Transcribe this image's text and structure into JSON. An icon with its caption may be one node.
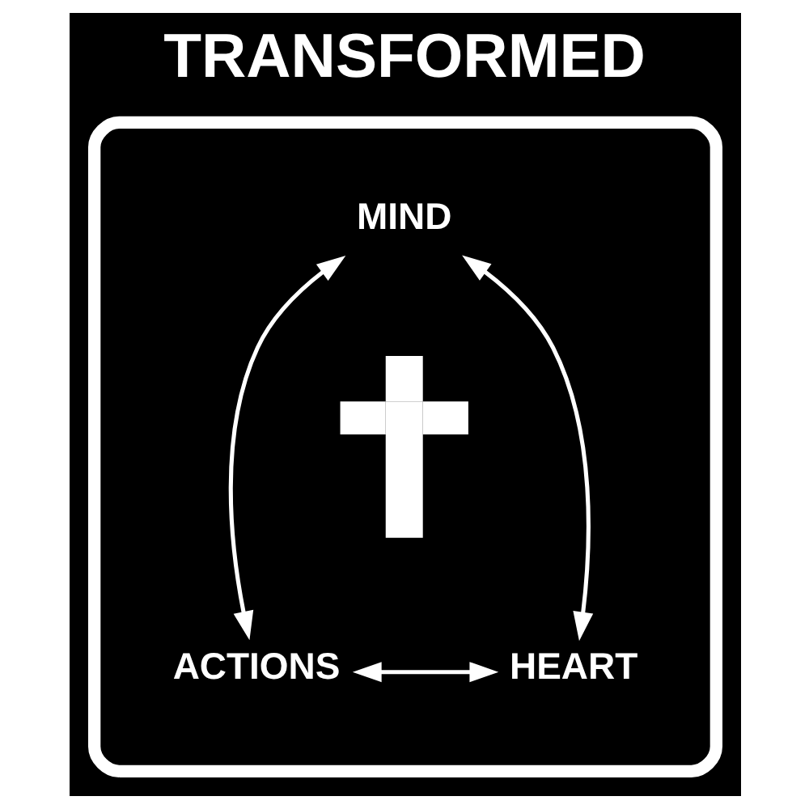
{
  "diagram": {
    "title": "TRANSFORMED",
    "nodes": [
      {
        "text": [],
        "shape": "triangle"
      },
      {
        "text": [
          "MIND"
        ],
        "in": 0
      },
      {
        "text": [],
        "shape": "cross",
        "in": 0
      },
      {
        "text": [
          "ACTIONS"
        ],
        "in": 0
      },
      {
        "text": [
          "HEART"
        ],
        "in": 0
      }
    ],
    "edges": [
      {
        "from": 1,
        "to": 3,
        "arrow": "both"
      },
      {
        "from": 1,
        "to": 4,
        "arrow": "both"
      },
      {
        "from": 3,
        "to": 4,
        "arrow": "both"
      }
    ]
  }
}
